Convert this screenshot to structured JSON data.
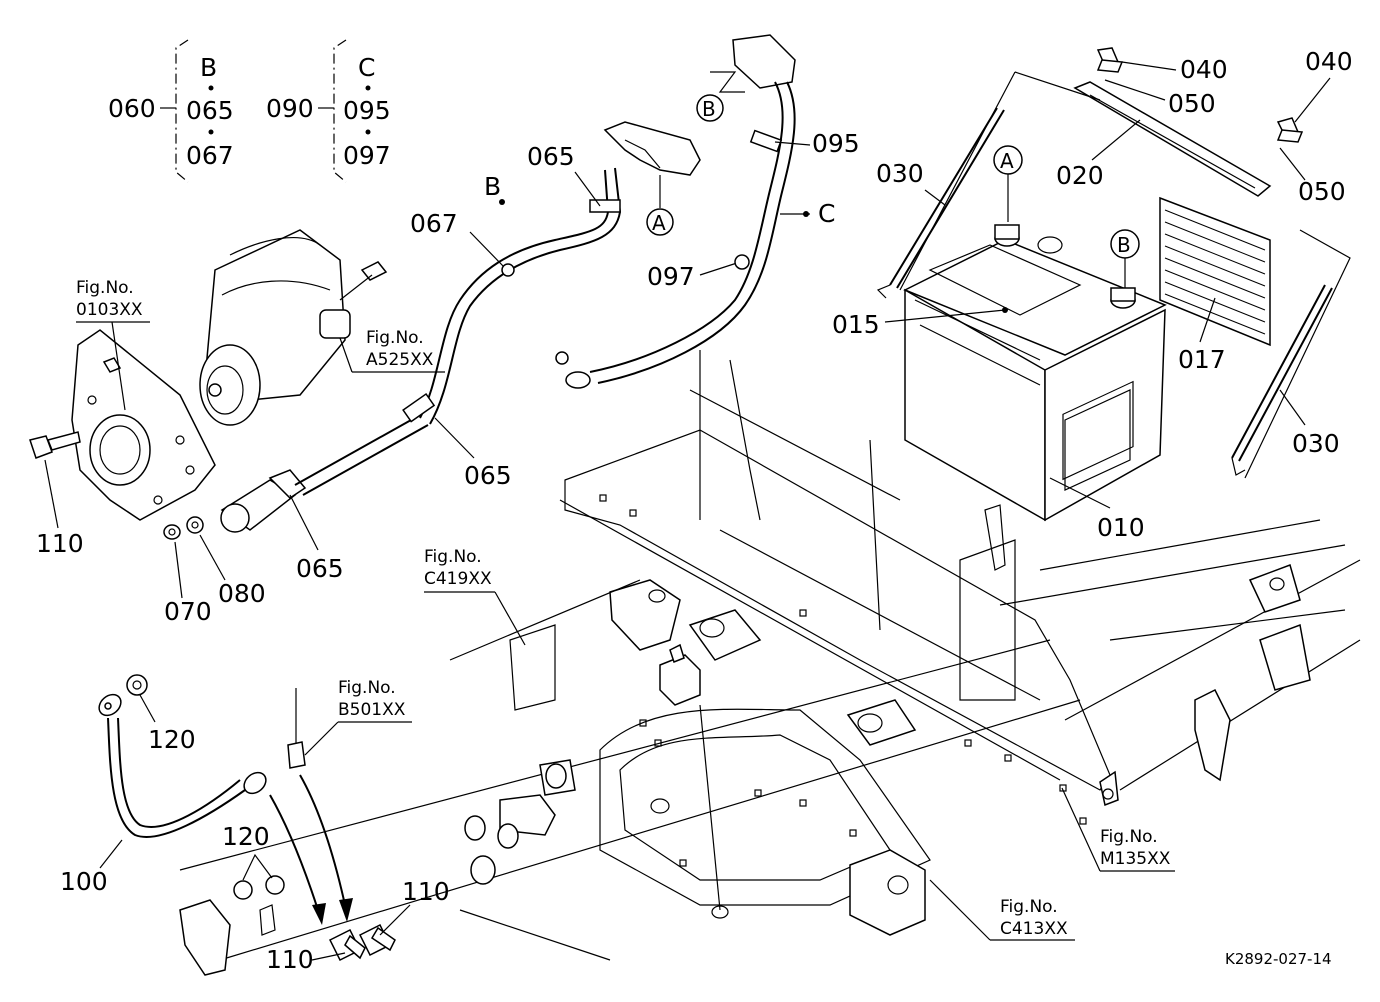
{
  "callouts": {
    "p060": "060",
    "p065a": "065",
    "p067a": "067",
    "bracketB": "B",
    "p090": "090",
    "p095a": "095",
    "p097a": "097",
    "bracketC": "C",
    "p065b": "065",
    "p065c": "065",
    "p065d": "065",
    "p067b": "067",
    "p095b": "095",
    "p097b": "097",
    "p040a": "040",
    "p040b": "040",
    "p050a": "050",
    "p050b": "050",
    "p020": "020",
    "p030a": "030",
    "p030b": "030",
    "p015": "015",
    "p017": "017",
    "p010": "010",
    "p110a": "110",
    "p110b": "110",
    "p110c": "110",
    "p070": "070",
    "p080": "080",
    "p120a": "120",
    "p120b": "120",
    "p100": "100",
    "markB": "B",
    "markC": "C"
  },
  "circle_labels": {
    "A_cable": "A",
    "B_cable": "B",
    "A_battery": "A",
    "B_battery": "B"
  },
  "fig_refs": [
    {
      "line1": "Fig.No.",
      "line2": "0103XX"
    },
    {
      "line1": "Fig.No.",
      "line2": "A525XX"
    },
    {
      "line1": "Fig.No.",
      "line2": "C419XX"
    },
    {
      "line1": "Fig.No.",
      "line2": "B501XX"
    },
    {
      "line1": "Fig.No.",
      "line2": "M135XX"
    },
    {
      "line1": "Fig.No.",
      "line2": "C413XX"
    }
  ],
  "drawing_code": "K2892-027-14"
}
